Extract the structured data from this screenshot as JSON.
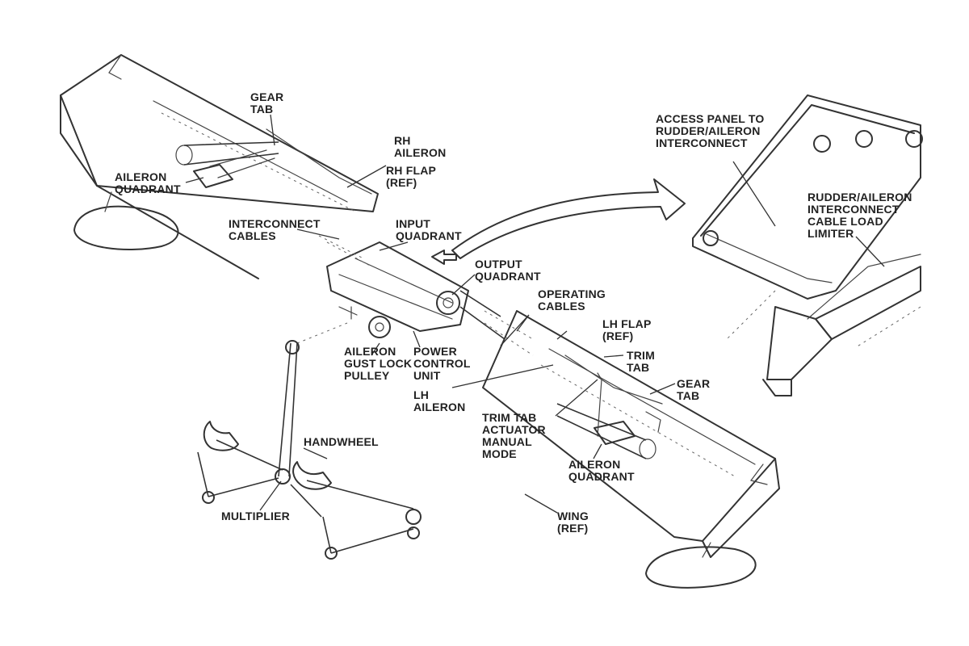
{
  "labels": {
    "gear_tab_rh": "GEAR\nTAB",
    "rh_aileron": "RH\nAILERON",
    "rh_flap": "RH FLAP\n(REF)",
    "aileron_quadrant_rh": "AILERON\nQUADRANT",
    "interconnect_cables": "INTERCONNECT\nCABLES",
    "input_quadrant": "INPUT\nQUADRANT",
    "output_quadrant": "OUTPUT\nQUADRANT",
    "operating_cables": "OPERATING\nCABLES",
    "lh_flap": "LH FLAP\n(REF)",
    "trim_tab": "TRIM\nTAB",
    "gear_tab_lh": "GEAR\nTAB",
    "aileron_gust_lock_pulley": "AILERON\nGUST LOCK\nPULLEY",
    "power_control_unit": "POWER\nCONTROL\nUNIT",
    "lh_aileron": "LH\nAILERON",
    "trim_tab_actuator": "TRIM TAB\nACTUATOR\nMANUAL\nMODE",
    "aileron_quadrant_lh": "AILERON\nQUADRANT",
    "handwheel": "HANDWHEEL",
    "multiplier": "MULTIPLIER",
    "wing_ref": "WING\n(REF)",
    "access_panel": "ACCESS PANEL TO\nRUDDER/AILERON\nINTERCONNECT",
    "load_limiter": "RUDDER/AILERON\nINTERCONNECT\nCABLE LOAD\nLIMITER"
  }
}
